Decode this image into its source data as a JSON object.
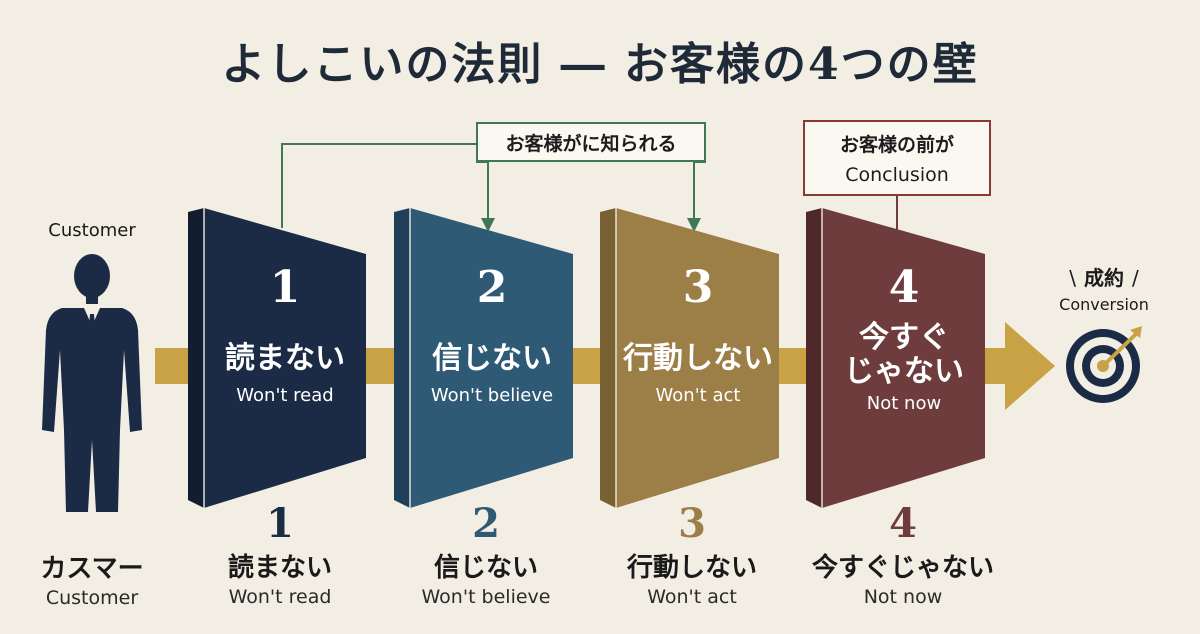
{
  "title": "よしこいの法則 ― お客様の4つの壁",
  "customer": {
    "top_label": "Customer",
    "ja": "カスマー",
    "en": "Customer"
  },
  "callouts": {
    "upper": "お客様がに知られる",
    "right_line1": "お客様の前が",
    "right_line2": "Conclusion"
  },
  "goal": {
    "ja": "成約",
    "en": "Conversion",
    "deco_left": "\\",
    "deco_right": "/"
  },
  "colors": {
    "background": "#f3eee4",
    "arrow": "#c9a246",
    "wall1": "#1c2b45",
    "wall2": "#2f5a76",
    "wall3": "#9c7e47",
    "wall4": "#6e3c3c",
    "line": "#3f7757",
    "callout_border_right": "#8a3a30"
  },
  "walls": [
    {
      "number": "1",
      "ja": "読まない",
      "en": "Won't read"
    },
    {
      "number": "2",
      "ja": "信じない",
      "en": "Won't believe"
    },
    {
      "number": "3",
      "ja": "行動しない",
      "en": "Won't act"
    },
    {
      "number": "4",
      "ja_line1": "今すぐ",
      "ja_line2": "じゃない",
      "ja_full": "今すぐじゃない",
      "en": "Not now"
    }
  ],
  "icons": {
    "person": "businessman-icon",
    "target": "target-icon"
  }
}
